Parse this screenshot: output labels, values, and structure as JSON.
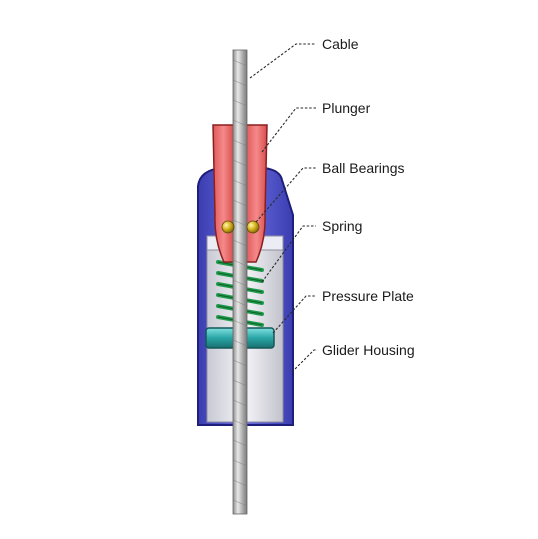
{
  "labels": {
    "cable": "Cable",
    "plunger": "Plunger",
    "ball_bearings": "Ball Bearings",
    "spring": "Spring",
    "pressure_plate": "Pressure Plate",
    "glider_housing": "Glider Housing"
  },
  "colors": {
    "housing": "#5558cc",
    "housing_outline": "#1e1f7a",
    "plunger": "#f06a6a",
    "plunger_outline": "#8a1f1f",
    "ball": "#d4b21e",
    "spring": "#1f9b4a",
    "pressure_plate": "#2aa6a6",
    "cable": "#b8b8b8",
    "inner_sleeve": "#e6e6ee"
  }
}
